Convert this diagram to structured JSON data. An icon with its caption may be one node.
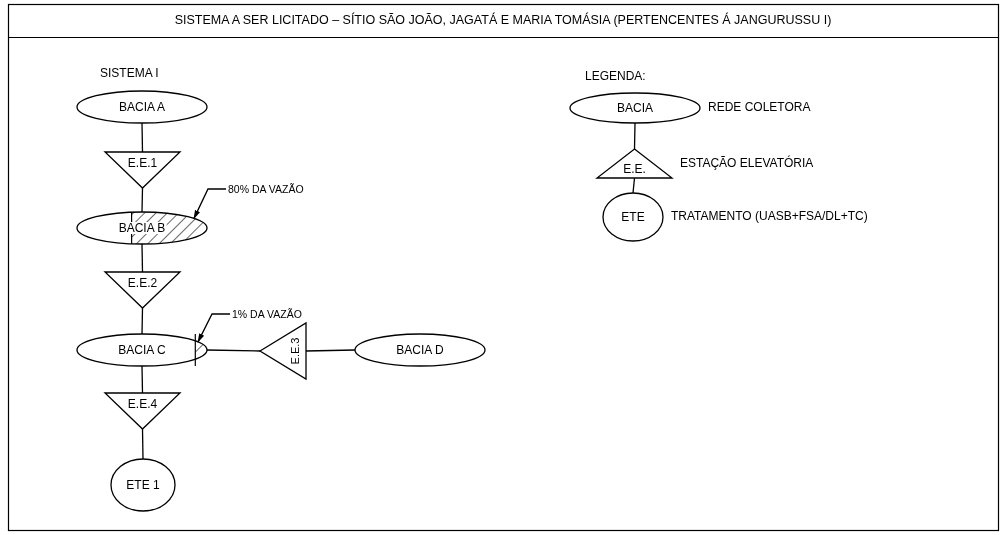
{
  "diagram": {
    "title": "SISTEMA A SER LICITADO – SÍTIO SÃO JOÃO, JAGATÁ E MARIA TOMÁSIA (PERTENCENTES Á JANGURUSSU I)",
    "nodes": [
      {
        "text": [
          "BACIA A"
        ]
      },
      {
        "text": [
          "E.E.1"
        ]
      },
      {
        "text": [
          "BACIA B"
        ]
      },
      {
        "text": [
          "E.E.2"
        ]
      },
      {
        "text": [
          "BACIA C"
        ]
      },
      {
        "text": [
          "E.E.3"
        ]
      },
      {
        "text": [
          "BACIA D"
        ]
      },
      {
        "text": [
          "E.E.4"
        ]
      },
      {
        "text": [
          "ETE 1"
        ]
      },
      {
        "text": [
          "BACIA"
        ],
        "beside": [
          "REDE COLETORA"
        ]
      },
      {
        "text": [
          "E.E."
        ],
        "beside": [
          "ESTAÇÃO ELEVATÓRIA"
        ]
      },
      {
        "text": [
          "ETE"
        ],
        "beside": [
          "TRATAMENTO (UASB+FSA/DL+TC)"
        ]
      },
      {
        "text": [
          "80% DA VAZÃO"
        ]
      },
      {
        "text": [
          "1% DA VAZÃO"
        ]
      }
    ],
    "edges": [
      {
        "from": 0,
        "to": 1,
        "arrow": "none"
      },
      {
        "from": 1,
        "to": 2,
        "arrow": "none"
      },
      {
        "from": 2,
        "to": 3,
        "arrow": "none"
      },
      {
        "from": 3,
        "to": 4,
        "arrow": "none"
      },
      {
        "from": 6,
        "to": 5,
        "arrow": "none"
      },
      {
        "from": 5,
        "to": 4,
        "arrow": "none"
      },
      {
        "from": 4,
        "to": 7,
        "arrow": "none"
      },
      {
        "from": 7,
        "to": 8,
        "arrow": "none"
      },
      {
        "from": 9,
        "to": 10,
        "arrow": "none"
      },
      {
        "from": 10,
        "to": 11,
        "arrow": "none"
      },
      {
        "from": 12,
        "to": 2,
        "arrow": "to"
      },
      {
        "from": 13,
        "to": 4,
        "arrow": "to"
      }
    ],
    "labels": [
      "SISTEMA I",
      "LEGENDA:"
    ]
  }
}
